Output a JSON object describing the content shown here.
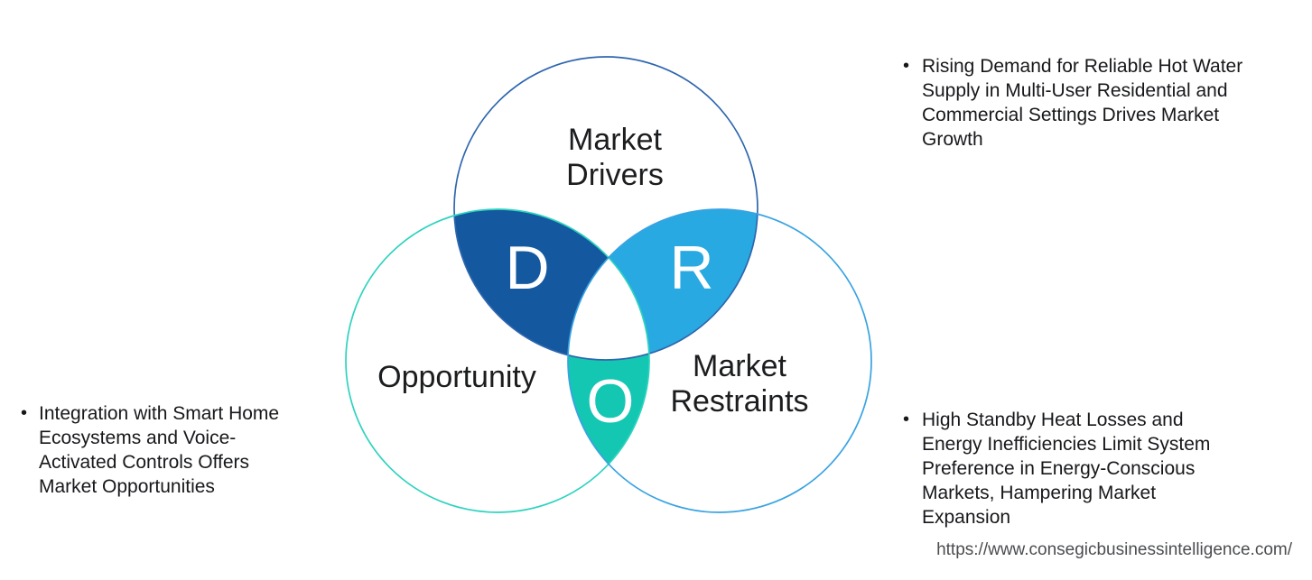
{
  "venn": {
    "drivers": {
      "label_lines": [
        "Market",
        "Drivers"
      ],
      "letter": "D",
      "region_fill": "#14589f",
      "outline_color": "#2e66ae"
    },
    "restraints": {
      "label_lines": [
        "Market",
        "Restraints"
      ],
      "letter": "R",
      "region_fill": "#29a9e1",
      "outline_color": "#38a3e2"
    },
    "opportunity": {
      "label_lines": [
        "Opportunity"
      ],
      "letter": "O",
      "region_fill": "#14c7b2",
      "outline_color": "#2ed3be"
    },
    "triple_intersection_fill": "#ffffff"
  },
  "bullets": {
    "driver": {
      "marker": "•",
      "lines": [
        "Rising Demand for Reliable Hot Water",
        "Supply in Multi-User Residential and",
        "Commercial Settings Drives Market",
        "Growth"
      ]
    },
    "opportunity": {
      "marker": "•",
      "lines": [
        "Integration with Smart Home",
        "Ecosystems and Voice-",
        "Activated Controls Offers",
        "Market Opportunities"
      ]
    },
    "restraint": {
      "marker": "•",
      "lines": [
        "High Standby Heat Losses and",
        "Energy Inefficiencies Limit System",
        "Preference in Energy-Conscious",
        "Markets, Hampering Market",
        "Expansion"
      ]
    }
  },
  "footer": {
    "source_url": "https://www.consegicbusinessintelligence.com/"
  }
}
